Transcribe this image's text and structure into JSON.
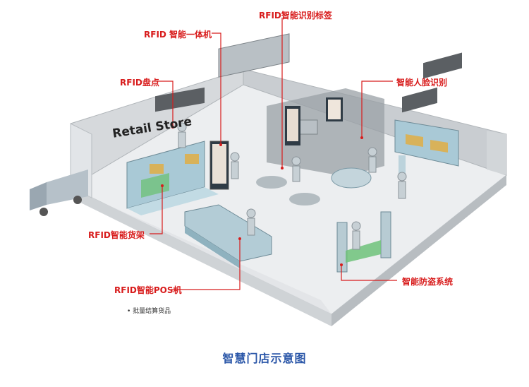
{
  "store_sign": "Retail Store",
  "labels": {
    "rfid_tag": "RFID智能识别标签",
    "rfid_kiosk": "RFID 智能一体机",
    "rfid_inventory": "RFID盘点",
    "face_recognition": "智能人脸识别",
    "rfid_shelf": "RFID智能货架",
    "rfid_pos": "RFID智能POS机",
    "batch_checkout": "• 批量结算货品",
    "anti_theft": "智能防盗系统"
  },
  "caption": "智慧门店示意图",
  "colors": {
    "label_red": "#d81c1c",
    "caption_blue": "#2a56a8",
    "leader_line": "#d81c1c"
  }
}
